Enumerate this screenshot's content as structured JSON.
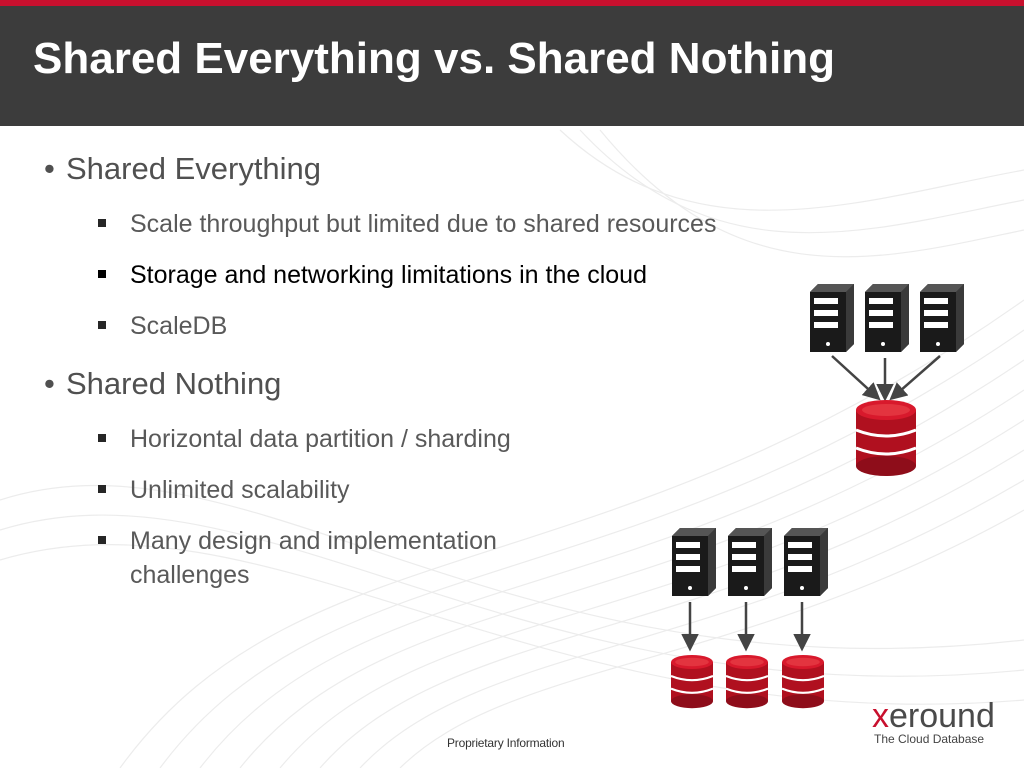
{
  "slide": {
    "title": "Shared Everything vs. Shared Nothing",
    "accent_color": "#c8102e",
    "header_color": "#3c3c3c"
  },
  "bullets": [
    {
      "text": "Shared Everything",
      "sub": [
        "Scale throughput but limited due to shared resources",
        "Storage and networking limitations in the cloud",
        "ScaleDB"
      ]
    },
    {
      "text": "Shared Nothing",
      "sub": [
        "Horizontal data partition / sharding",
        "Unlimited scalability",
        "Many design and implementation challenges"
      ]
    }
  ],
  "diagram": {
    "server_icon": "server-tower-icon",
    "database_icon": "database-cylinder-icon",
    "arrow_icon": "arrow-down-icon"
  },
  "logo": {
    "prefix": "x",
    "rest": "eround",
    "tagline": "The Cloud Database"
  },
  "footer": {
    "text": "Proprietary Information"
  }
}
